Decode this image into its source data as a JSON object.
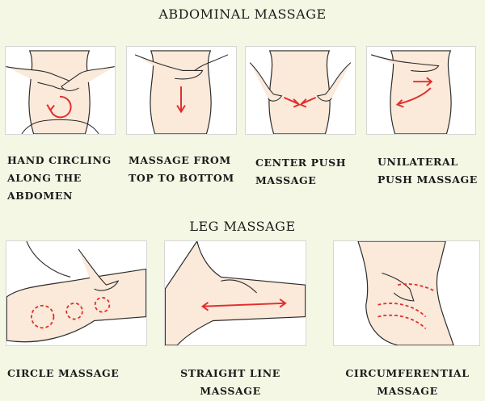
{
  "abdominal": {
    "title": "ABDOMINAL MASSAGE",
    "items": [
      {
        "line1": "HAND CIRCLING",
        "line2": "ALONG THE",
        "line3": "ABDOMEN"
      },
      {
        "line1": "MASSAGE FROM",
        "line2": "TOP TO BOTTOM"
      },
      {
        "line1": "CENTER PUSH",
        "line2": "MASSAGE"
      },
      {
        "line1": "UNILATERAL",
        "line2": "PUSH MASSAGE"
      }
    ]
  },
  "leg": {
    "title": "LEG MASSAGE",
    "items": [
      {
        "line1": "CIRCLE MASSAGE"
      },
      {
        "line1": "STRAIGHT LINE",
        "line2": "MASSAGE"
      },
      {
        "line1": "CIRCUMFERENTIAL",
        "line2": "MASSAGE"
      }
    ]
  },
  "colors": {
    "skin": "#fbe9d9",
    "arrow": "#e22d2d",
    "outline": "#2a2a2a",
    "background": "#f3f7e3"
  }
}
